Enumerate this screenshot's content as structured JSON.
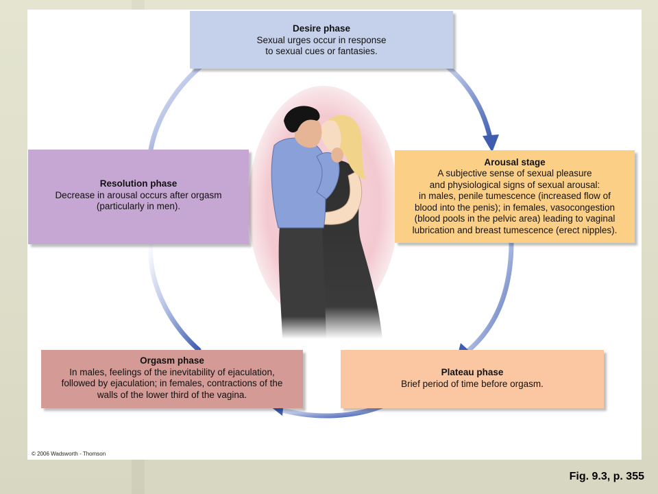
{
  "phases": {
    "desire": {
      "title": "Desire phase",
      "text": "Sexual urges occur in response\nto sexual cues or fantasies."
    },
    "arousal": {
      "title": "Arousal stage",
      "text": "A subjective sense of sexual pleasure\nand physiological signs of sexual arousal:\nin males, penile tumescence (increased flow of\nblood into the penis); in females, vasocongestion\n(blood pools in the pelvic area) leading to vaginal\nlubrication and breast tumescence (erect nipples)."
    },
    "plateau": {
      "title": "Plateau phase",
      "text": "Brief period of time before orgasm."
    },
    "orgasm": {
      "title": "Orgasm phase",
      "text": "In males, feelings of the inevitability of ejaculation,\nfollowed by ejaculation; in females, contractions of the\nwalls of the lower third of the vagina."
    },
    "resolution": {
      "title": "Resolution phase",
      "text": "Decrease in arousal occurs after orgasm\n(particularly in men)."
    }
  },
  "copyright": "© 2006 Wadsworth - Thomson",
  "caption": "Fig. 9.3, p. 355",
  "colors": {
    "desire": "#c5d1ea",
    "arousal": "#fccf86",
    "plateau": "#fbc7a2",
    "orgasm": "#d39a96",
    "resolution": "#c6a6d2",
    "arrow": "#3f5fb0"
  },
  "illustration": "kissing-couple-illustration"
}
